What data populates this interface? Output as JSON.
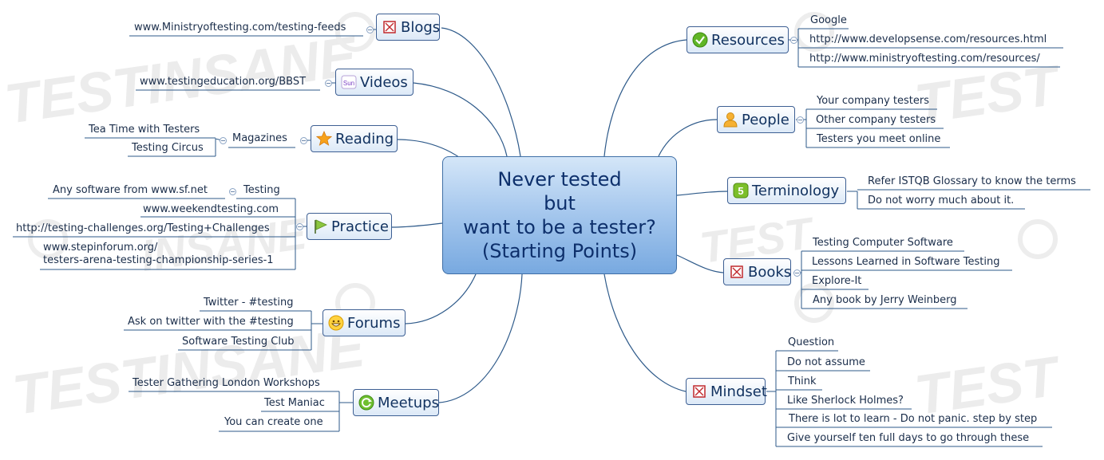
{
  "central": {
    "title": "Never tested\nbut\nwant to be a tester?\n(Starting Points)"
  },
  "topics": {
    "blogs": {
      "label": "Blogs",
      "icon": "cross-box-icon",
      "items": [
        "www.Ministryoftesting.com/testing-feeds"
      ]
    },
    "videos": {
      "label": "Videos",
      "icon": "sun-calendar-icon",
      "icon_text": "Sun",
      "items": [
        "www.testingeducation.org/BBST"
      ]
    },
    "reading": {
      "label": "Reading",
      "icon": "star-icon",
      "sublabel": "Magazines",
      "items": [
        "Tea Time with Testers",
        "Testing Circus"
      ]
    },
    "practice": {
      "label": "Practice",
      "icon": "flag-icon",
      "sublabel": "Testing",
      "items": [
        "Any software from www.sf.net",
        "www.weekendtesting.com",
        "http://testing-challenges.org/Testing+Challenges",
        "www.stepinforum.org/\ntesters-arena-testing-championship-series-1"
      ]
    },
    "forums": {
      "label": "Forums",
      "icon": "smiley-icon",
      "items": [
        "Twitter - #testing",
        "Ask on twitter with the #testing",
        "Software Testing Club"
      ]
    },
    "meetups": {
      "label": "Meetups",
      "icon": "refresh-icon",
      "items": [
        "Tester Gathering London Workshops",
        "Test Maniac",
        "You can create one"
      ]
    },
    "resources": {
      "label": "Resources",
      "icon": "check-icon",
      "items": [
        "Google",
        "http://www.developsense.com/resources.html",
        "http://www.ministryoftesting.com/resources/"
      ]
    },
    "people": {
      "label": "People",
      "icon": "person-icon",
      "items": [
        "Your company testers",
        "Other company testers",
        "Testers you meet online"
      ]
    },
    "terminology": {
      "label": "Terminology",
      "icon": "number-five-icon",
      "icon_text": "5",
      "items": [
        "Refer ISTQB Glossary to know the terms",
        "Do not worry much about it."
      ]
    },
    "books": {
      "label": "Books",
      "icon": "cross-box-icon",
      "items": [
        "Testing Computer Software",
        "Lessons Learned in Software Testing",
        "Explore-It",
        "Any book by Jerry Weinberg"
      ]
    },
    "mindset": {
      "label": "Mindset",
      "icon": "cross-box-icon",
      "items": [
        "Question",
        "Do not assume",
        "Think",
        "Like Sherlock Holmes?",
        "There is lot to learn - Do not panic. step by step",
        "Give yourself ten full days to go through these"
      ]
    }
  },
  "colors": {
    "central_fill": "#8fb9e8",
    "topic_border": "#3d5f93",
    "link": "#2e5a8a",
    "text": "#10315f"
  }
}
